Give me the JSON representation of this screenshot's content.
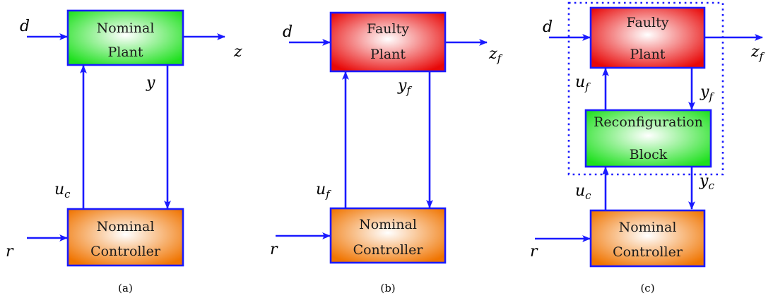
{
  "colors": {
    "wire": "#1a1aff",
    "nominal_plant": "#22e622",
    "faulty_plant": "#ee1111",
    "controller": "#f07a0a",
    "reconfiguration": "#22e622"
  },
  "panels": {
    "a": {
      "caption": "(a)",
      "plant": {
        "line1": "Nominal",
        "line2": "Plant"
      },
      "controller": {
        "line1": "Nominal",
        "line2": "Controller"
      },
      "labels": {
        "d": "d",
        "z": "z",
        "y": "y",
        "u": "u",
        "u_sub": "c",
        "r": "r"
      }
    },
    "b": {
      "caption": "(b)",
      "plant": {
        "line1": "Faulty",
        "line2": "Plant"
      },
      "controller": {
        "line1": "Nominal",
        "line2": "Controller"
      },
      "labels": {
        "d": "d",
        "z": "z",
        "z_sub": "f",
        "y": "y",
        "y_sub": "f",
        "u": "u",
        "u_sub": "f",
        "r": "r"
      }
    },
    "c": {
      "caption": "(c)",
      "plant": {
        "line1": "Faulty",
        "line2": "Plant"
      },
      "reconfig": {
        "line1": "Reconfiguration",
        "line2": "Block"
      },
      "controller": {
        "line1": "Nominal",
        "line2": "Controller"
      },
      "labels": {
        "d": "d",
        "z": "z",
        "z_sub": "f",
        "uf": "u",
        "uf_sub": "f",
        "yf": "y",
        "yf_sub": "f",
        "uc": "u",
        "uc_sub": "c",
        "yc": "y",
        "yc_sub": "c",
        "r": "r"
      }
    }
  }
}
